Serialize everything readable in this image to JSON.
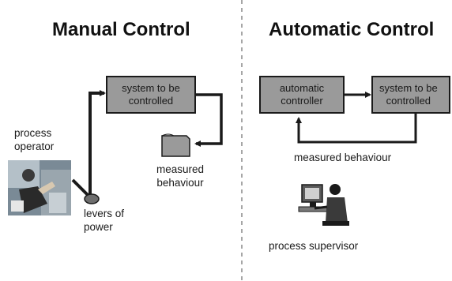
{
  "manual": {
    "title": "Manual Control",
    "system_box": "system to be\ncontrolled",
    "operator_label": "process\noperator",
    "measured_label": "measured\nbehaviour",
    "levers_label": "levers of\npower"
  },
  "automatic": {
    "title": "Automatic Control",
    "controller_box": "automatic\ncontroller",
    "system_box": "system to be\ncontrolled",
    "measured_label": "measured behaviour",
    "supervisor_label": "process supervisor"
  },
  "colors": {
    "box_fill": "#9a9a9a",
    "line": "#1a1a1a",
    "divider": "#888888"
  }
}
